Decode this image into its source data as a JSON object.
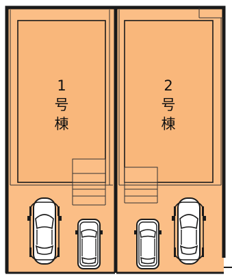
{
  "buildings": [
    {
      "number": "1",
      "suffix_line1": "号",
      "suffix_line2": "棟"
    },
    {
      "number": "2",
      "suffix_line1": "号",
      "suffix_line2": "棟"
    }
  ],
  "parking": [
    {
      "lot": 1,
      "cars": [
        "large-car",
        "small-car"
      ]
    },
    {
      "lot": 2,
      "cars": [
        "small-car",
        "large-car"
      ]
    }
  ],
  "colors": {
    "lot_fill": "#fbbe86",
    "building_fill": "#f9b77b",
    "boundary": "#1a1a1a",
    "line": "#333333",
    "car_body": "#ffffff"
  }
}
